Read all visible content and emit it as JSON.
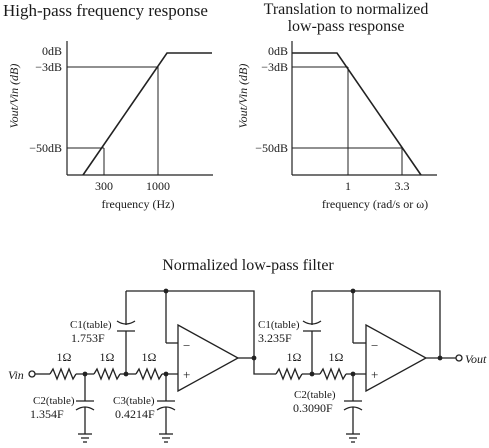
{
  "highpass_plot": {
    "title": "High-pass frequency response",
    "ylabel": "Vout/Vin (dB)",
    "y_ticks": [
      "0dB",
      "−3dB",
      "−50dB"
    ],
    "x_ticks": [
      "300",
      "1000"
    ],
    "xlabel": "frequency (Hz)"
  },
  "lowpass_plot": {
    "title_line1": "Translation to normalized",
    "title_line2": "low-pass response",
    "ylabel": "Vout/Vin (dB)",
    "y_ticks": [
      "0dB",
      "−3dB",
      "−50dB"
    ],
    "x_ticks": [
      "1",
      "3.3"
    ],
    "xlabel": "frequency (rad/s or ω)"
  },
  "circuit": {
    "title": "Normalized low-pass filter",
    "input_label": "Vin",
    "output_label": "Vout",
    "stage1": {
      "r1": "1Ω",
      "r2": "1Ω",
      "r3": "1Ω",
      "c1_name": "C1(table)",
      "c1_value": "1.753F",
      "c2_name": "C2(table)",
      "c2_value": "1.354F",
      "c3_name": "C3(table)",
      "c3_value": "0.4214F"
    },
    "stage2": {
      "r1": "1Ω",
      "r2": "1Ω",
      "c1_name": "C1(table)",
      "c1_value": "3.235F",
      "c2_name": "C2(table)",
      "c2_value": "0.3090F"
    },
    "opamp_minus": "−",
    "opamp_plus": "+"
  }
}
